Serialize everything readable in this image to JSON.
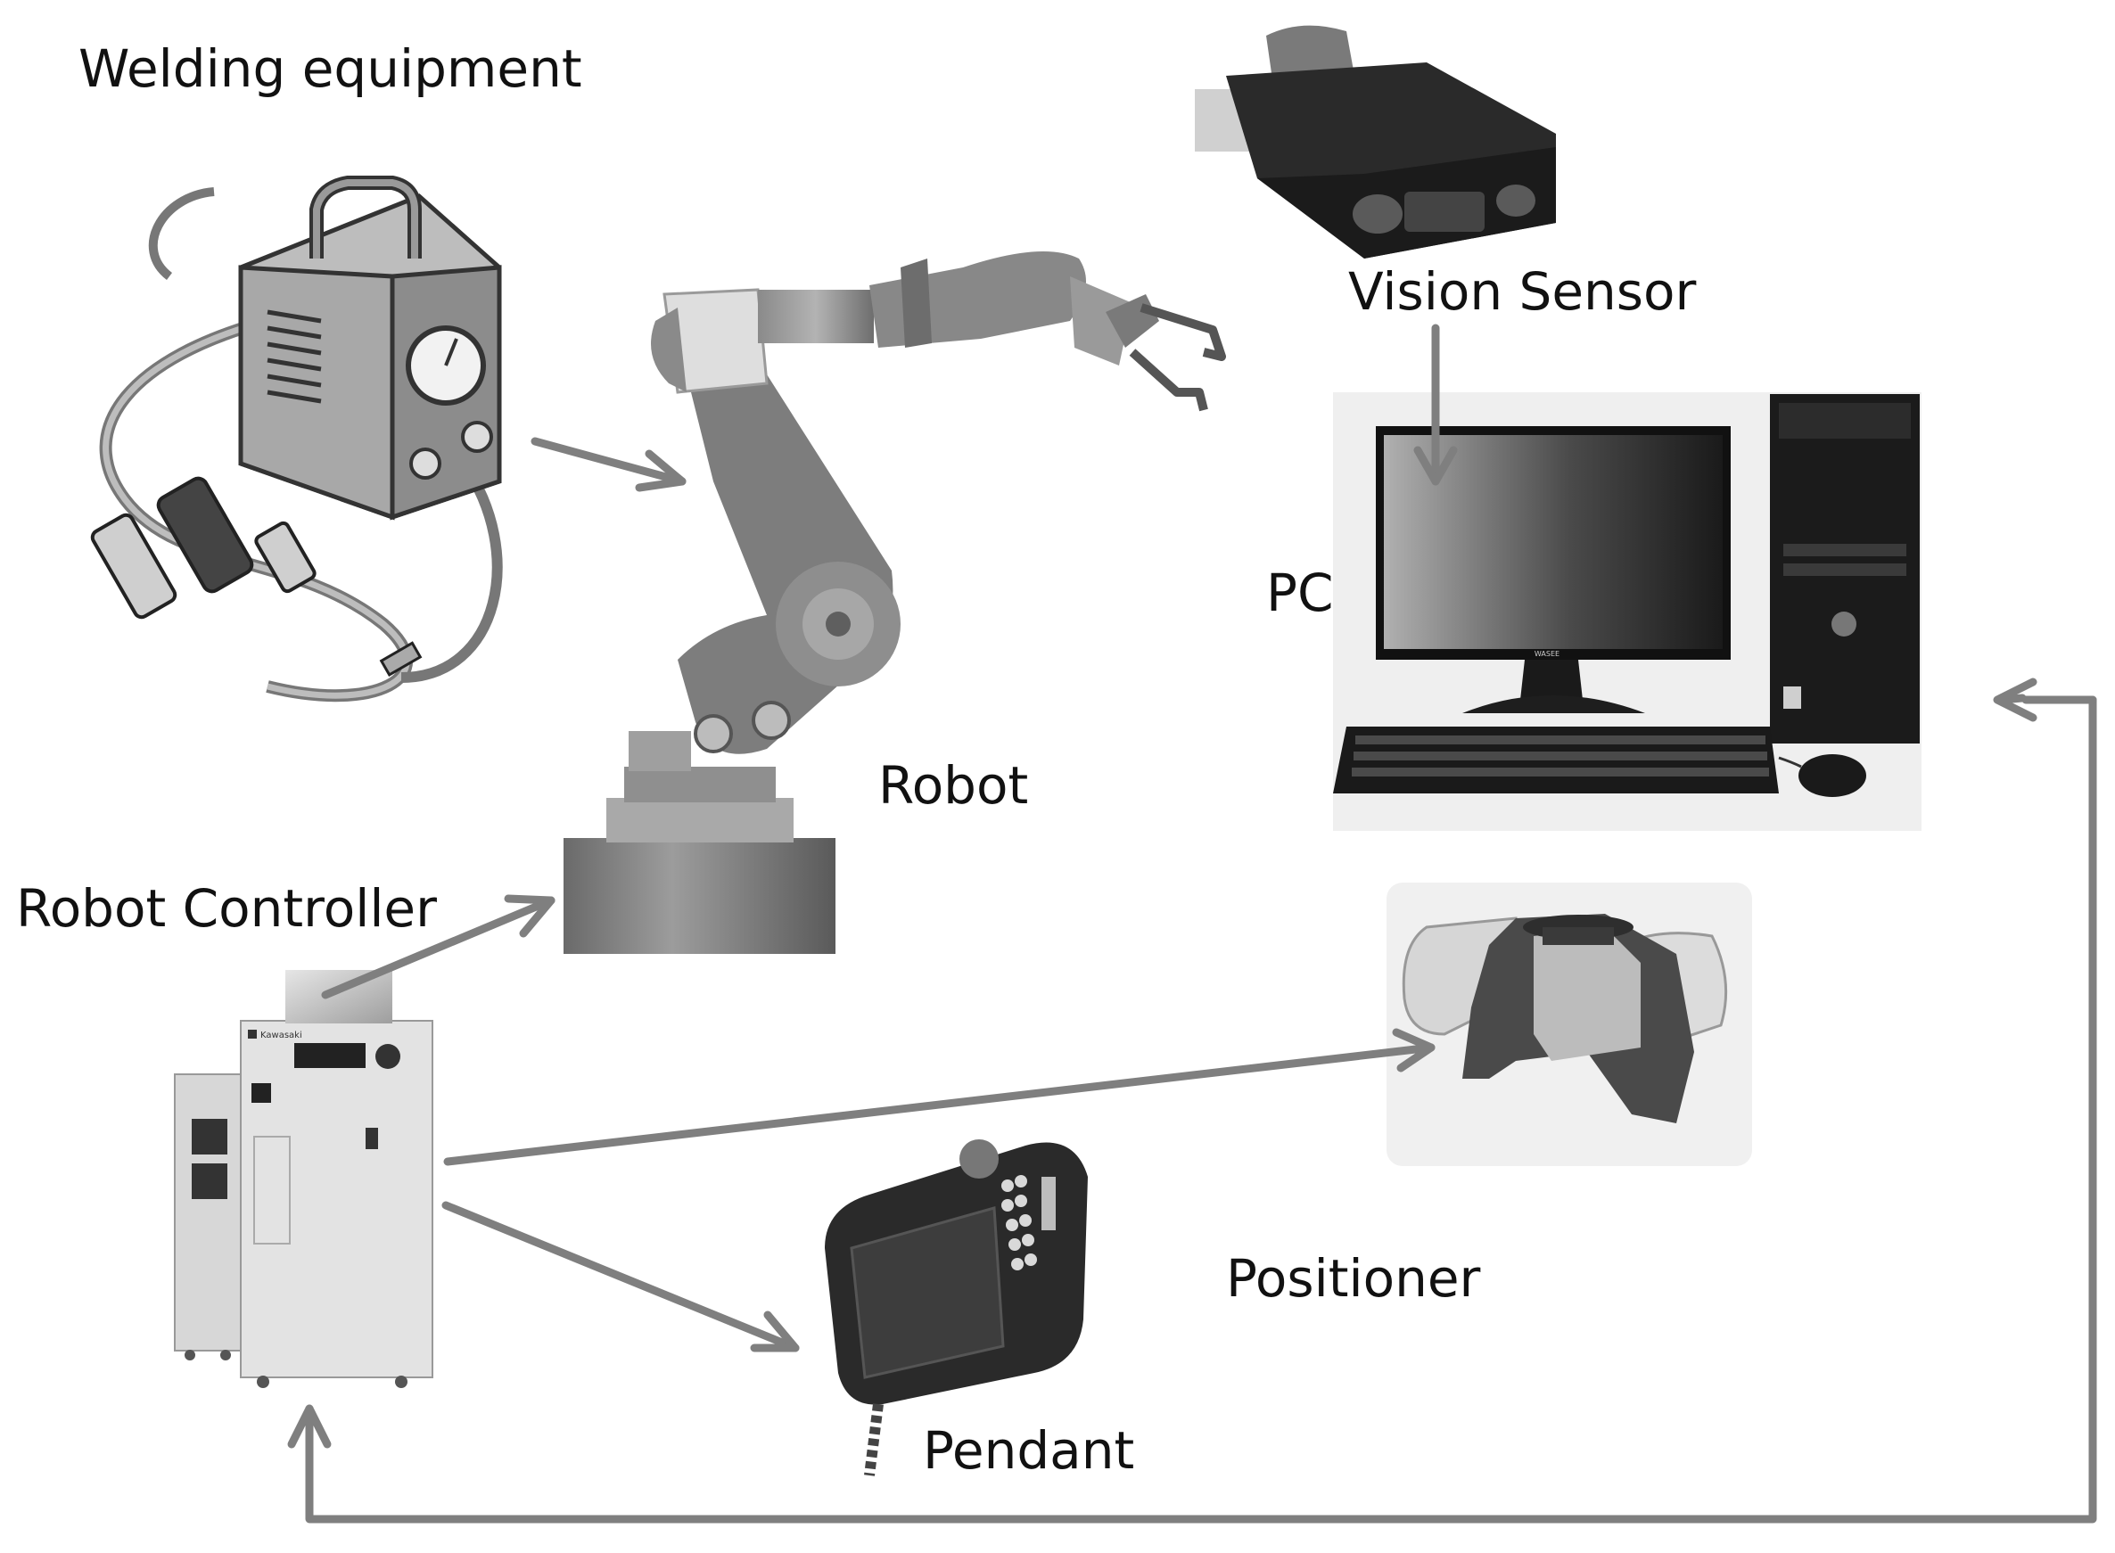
{
  "labels": {
    "welding": "Welding equipment",
    "vision": "Vision Sensor",
    "pc": "PC",
    "robot": "Robot",
    "controller": "Robot Controller",
    "positioner": "Positioner",
    "pendant": "Pendant"
  },
  "monitor_brand": "WASEE",
  "controller_brand": "Kawasaki",
  "colors": {
    "arrow": "#7f7f7f",
    "background": "#ffffff",
    "text": "#111111"
  }
}
